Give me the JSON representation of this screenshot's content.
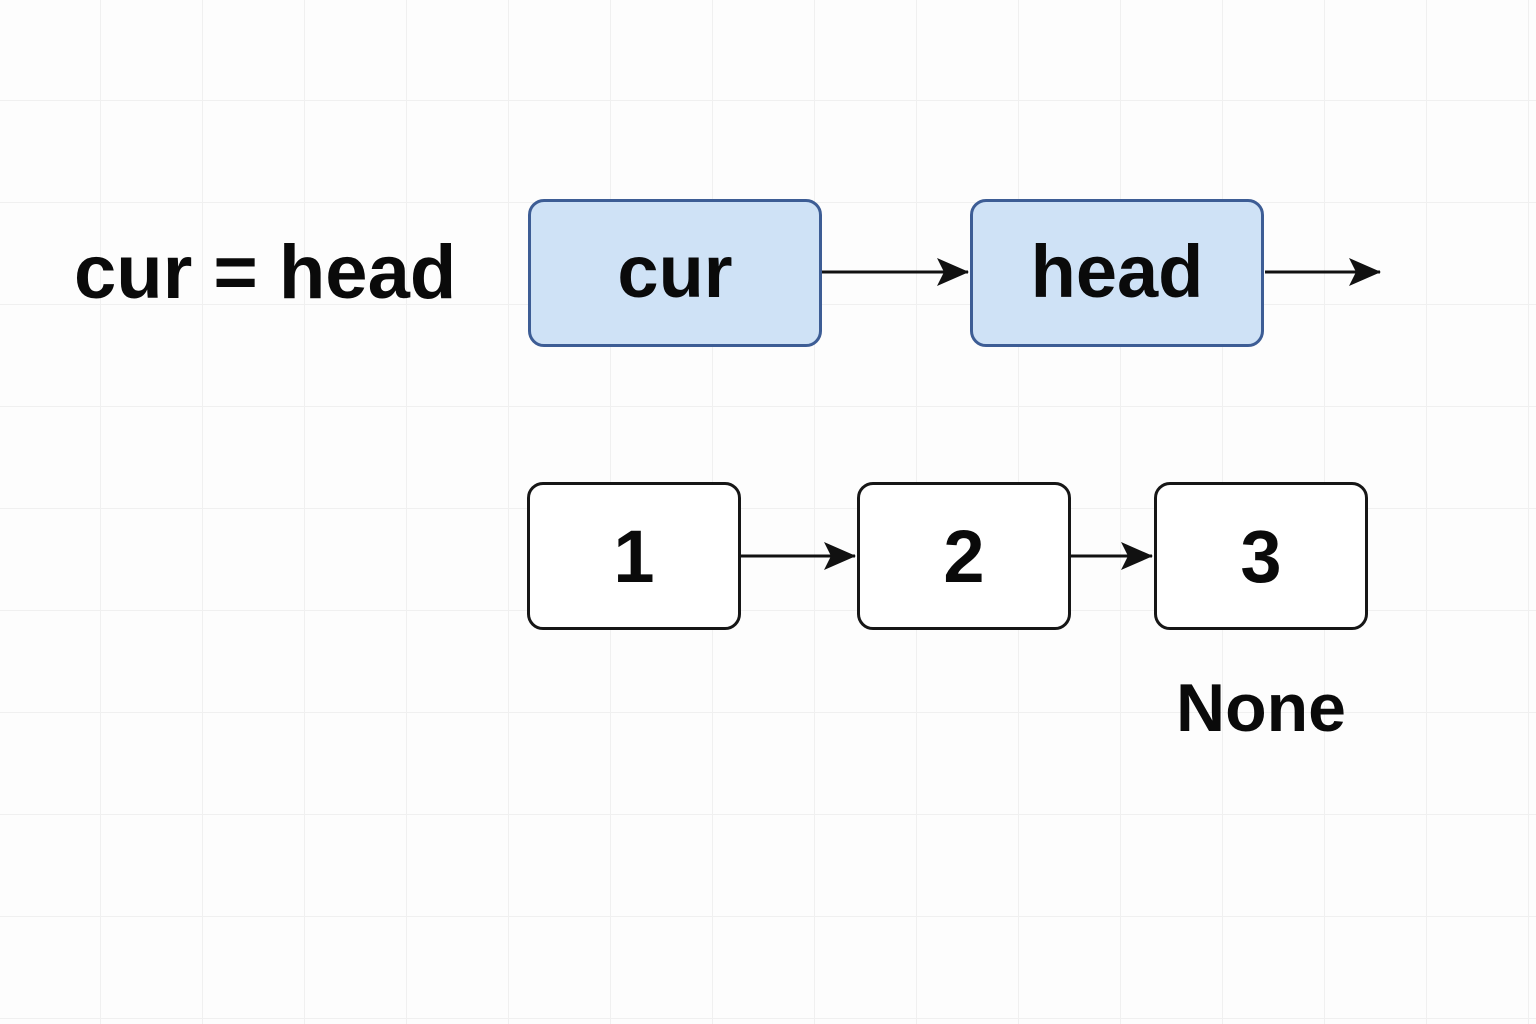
{
  "code_line": "cur = head",
  "pointers": [
    {
      "label": "cur"
    },
    {
      "label": "head"
    }
  ],
  "nodes": [
    {
      "value": "1"
    },
    {
      "value": "2"
    },
    {
      "value": "3"
    }
  ],
  "tail_label": "None",
  "colors": {
    "pointer_fill": "#cfe2f6",
    "pointer_border": "#3d5d95",
    "node_fill": "#ffffff",
    "node_border": "#161616",
    "text": "#0a0a0a",
    "arrow": "#111111"
  }
}
